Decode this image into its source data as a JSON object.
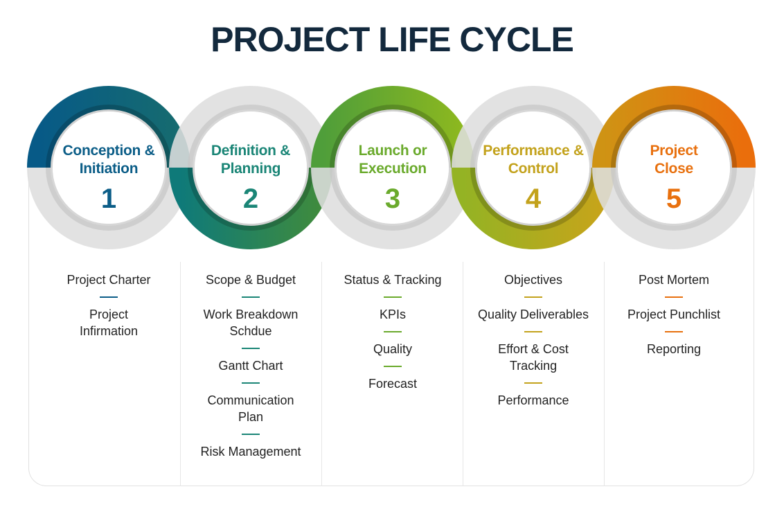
{
  "title": "PROJECT LIFE CYCLE",
  "stages": [
    {
      "label": "Conception & Initiation",
      "number": "1",
      "color": "#0b5d87",
      "items": [
        "Project Charter",
        "Project Infirmation"
      ]
    },
    {
      "label": "Definition & Planning",
      "number": "2",
      "color": "#1a8576",
      "items": [
        "Scope & Budget",
        "Work Breakdown Schdue",
        "Gantt Chart",
        "Communication Plan",
        "Risk Management"
      ]
    },
    {
      "label": "Launch or Execution",
      "number": "3",
      "color": "#6aaa2c",
      "items": [
        "Status & Tracking",
        "KPIs",
        "Quality",
        "Forecast"
      ]
    },
    {
      "label": "Performance & Control",
      "number": "4",
      "color": "#c3a21c",
      "items": [
        "Objectives",
        "Quality Deliverables",
        "Effort & Cost Tracking",
        "Performance"
      ]
    },
    {
      "label": "Project Close",
      "number": "5",
      "color": "#e8700e",
      "items": [
        "Post Mortem",
        "Project Punchlist",
        "Reporting"
      ]
    }
  ],
  "colors": {
    "title": "#13293d",
    "ring_grey": "#dedede",
    "ring_inner": "#c6c6c6"
  }
}
